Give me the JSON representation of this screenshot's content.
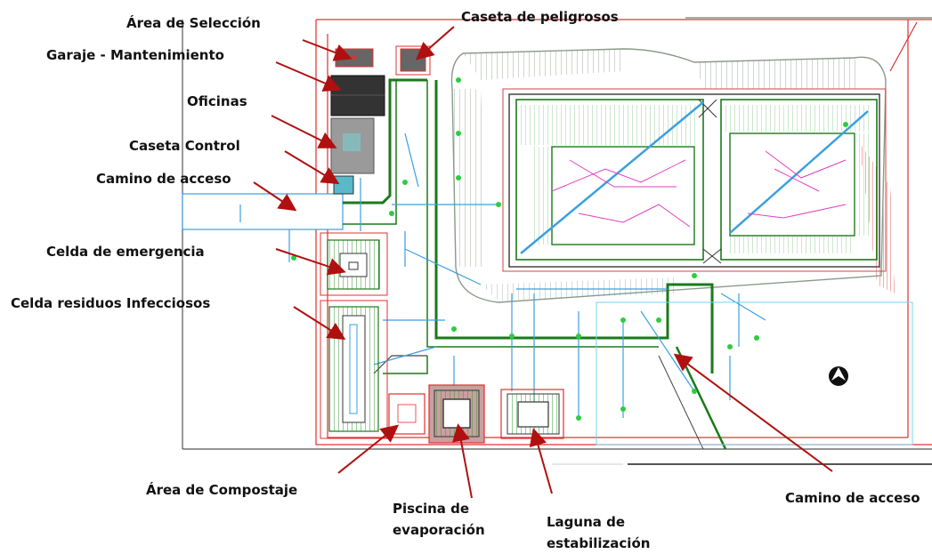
{
  "labels": {
    "area_seleccion": "Área de Selección",
    "caseta_peligrosos": "Caseta de peligrosos",
    "garaje_mantenimiento": "Garaje - Mantenimiento",
    "oficinas": "Oficinas",
    "caseta_control": "Caseta Control",
    "camino_acceso_1": "Camino de acceso",
    "celda_emergencia": "Celda de emergencia",
    "celda_infecciosos": "Celda residuos Infecciosos",
    "area_compostaje": "Área de Compostaje",
    "piscina_l1": "Piscina de",
    "piscina_l2": "evaporación",
    "laguna_l1": "Laguna de",
    "laguna_l2": "estabilización",
    "camino_acceso_2": "Camino de acceso"
  },
  "colors": {
    "boundary": "#e03030",
    "road": "#1a7a1a",
    "pipe": "#3aa0e0",
    "slope": "#9aa89a",
    "arrow": "#b01010",
    "pink": "#e040c0"
  },
  "icons": {
    "north": "north-arrow-icon"
  }
}
